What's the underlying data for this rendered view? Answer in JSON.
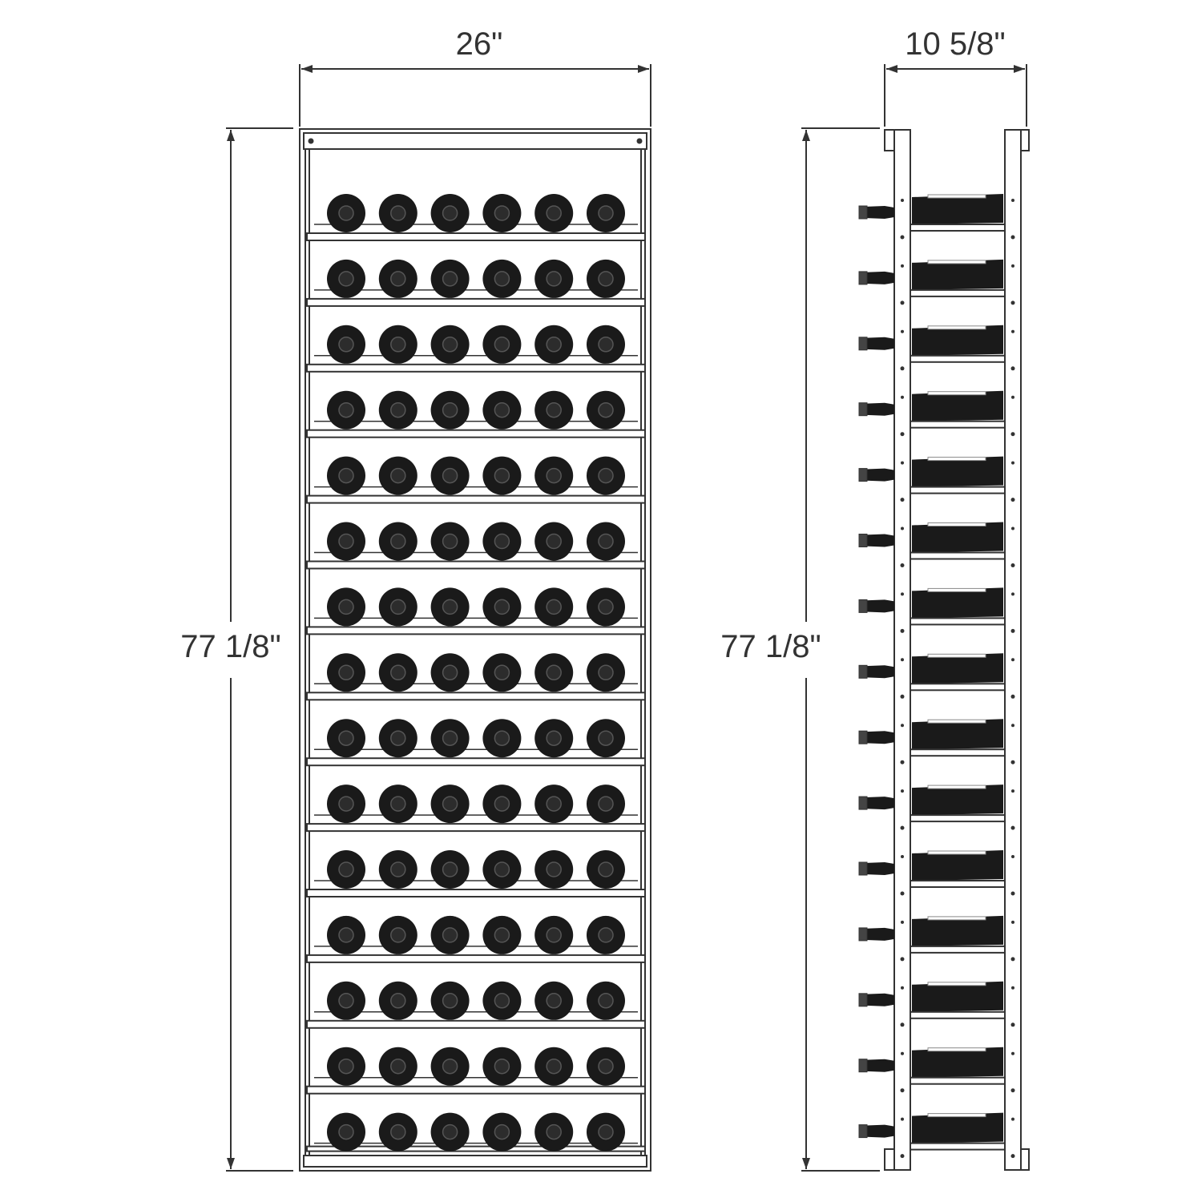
{
  "front_view": {
    "width_label": "26\"",
    "height_label": "77 1/8\"",
    "rows": 15,
    "bottles_per_row": 6
  },
  "side_view": {
    "depth_label": "10 5/8\"",
    "height_label": "77 1/8\"",
    "rows": 15
  },
  "colors": {
    "line": "#333333",
    "bottle": "#1a1a1a",
    "frame_fill": "#ffffff"
  }
}
